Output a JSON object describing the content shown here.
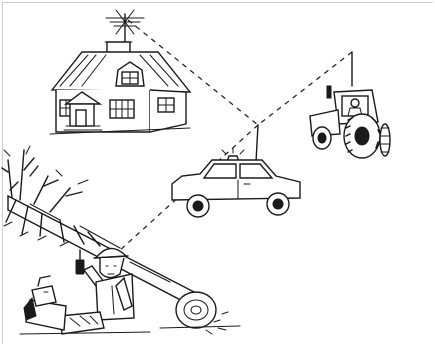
{
  "illustration": {
    "scene": "radio-communication",
    "elements": [
      "house-with-antenna",
      "tractor-with-antenna",
      "car-with-antenna",
      "worker-with-radio",
      "felled-tree"
    ]
  }
}
